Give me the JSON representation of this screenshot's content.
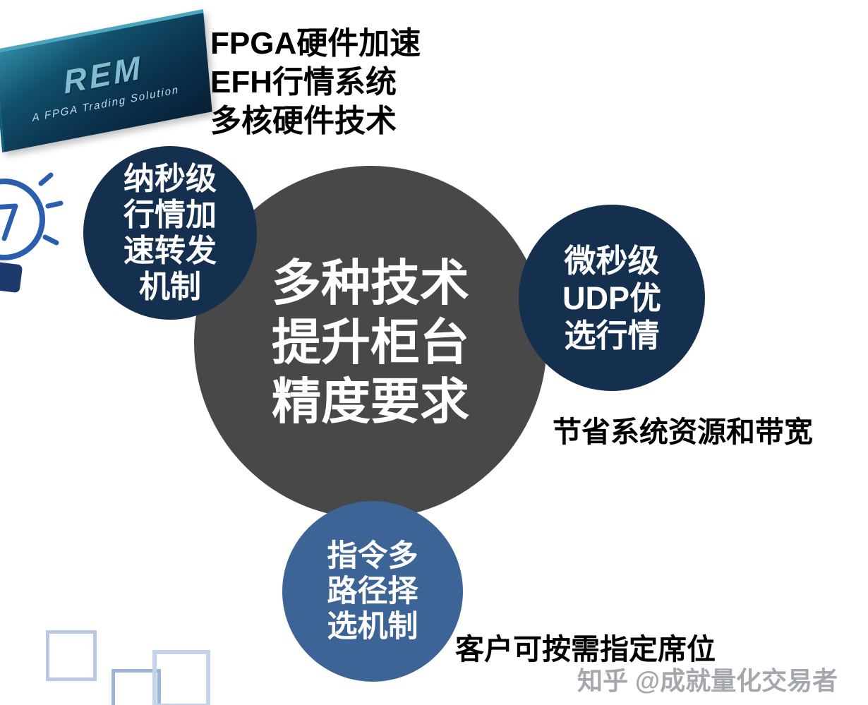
{
  "chip": {
    "title": "REM",
    "subtitle": "A FPGA Trading Solution"
  },
  "features": {
    "lines": [
      "FPGA硬件加速",
      "EFH行情系统",
      "多核硬件技术"
    ]
  },
  "center_circle": {
    "lines": [
      "多种技术",
      "提升柜台",
      "精度要求"
    ]
  },
  "nano_circle": {
    "lines": [
      "纳秒级",
      "行情加",
      "速转发",
      "机制"
    ]
  },
  "udp_circle": {
    "lines": [
      "微秒级",
      "UDP优",
      "选行情"
    ]
  },
  "path_circle": {
    "lines": [
      "指令多",
      "路径择",
      "选机制"
    ]
  },
  "annotations": {
    "udp_note": "节省系统资源和带宽",
    "path_note": "客户可按需指定席位"
  },
  "watermark": "知乎 @成就量化交易者",
  "icons": {
    "lightbulb": "lightbulb-icon"
  },
  "colors": {
    "dark_gray": "#484848",
    "navy": "#15304e",
    "steel_blue": "#3d6497",
    "bulb_blue": "#2b5fae",
    "bulb_base_navy": "#1c3a6e",
    "chip_teal": "#11506a"
  }
}
